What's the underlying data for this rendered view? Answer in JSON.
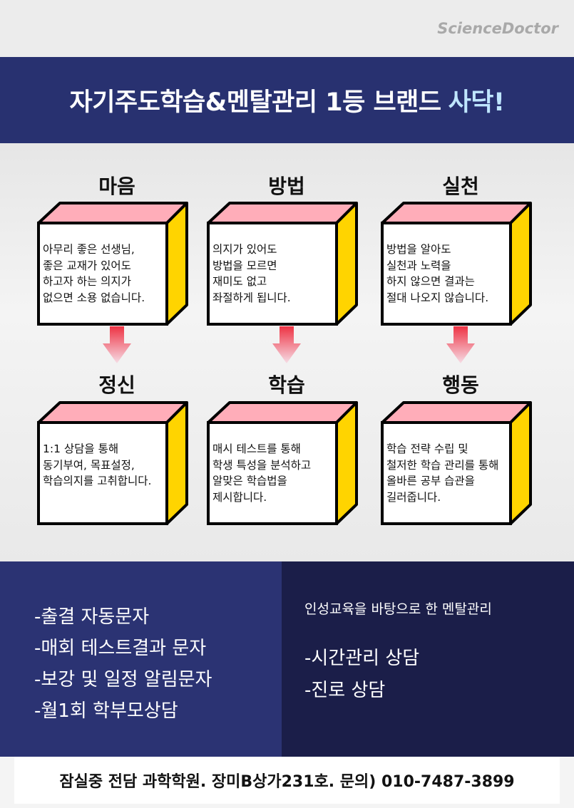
{
  "brand": "ScienceDoctor",
  "banner": {
    "text": "자기주도학습&멘탈관리 1등 브랜드",
    "highlight": "사닥!"
  },
  "colors": {
    "navy": "#283170",
    "pink": "#ffadb9",
    "yellow": "#ffd400"
  },
  "row1": [
    {
      "title": "마음",
      "text": "아무리 좋은 선생님,\n좋은 교재가 있어도\n하고자 하는 의지가\n없으면 소용 없습니다."
    },
    {
      "title": "방법",
      "text": "의지가 있어도\n방법을 모르면\n재미도 없고\n좌절하게 됩니다."
    },
    {
      "title": "실천",
      "text": "방법을 알아도\n실천과 노력을\n하지 않으면 결과는\n절대 나오지 않습니다."
    }
  ],
  "row2": [
    {
      "title": "정신",
      "text": "1:1 상담을 통해\n동기부여, 목표설정,\n학습의지를 고취합니다."
    },
    {
      "title": "학습",
      "text": "매시 테스트를 통해\n학생 특성을 분석하고\n알맞은 학습법을\n제시합니다."
    },
    {
      "title": "행동",
      "text": "학습 전략 수립 및\n철저한 학습 관리를 통해\n올바른 공부 습관을\n길러줍니다."
    }
  ],
  "left_list": [
    "-출결 자동문자",
    "-매회 테스트결과 문자",
    "-보강 및 일정 알림문자",
    "-월1회 학부모상담"
  ],
  "right": {
    "subtitle": "인성교육을 바탕으로 한 멘탈관리",
    "items": [
      "-시간관리 상담",
      "-진로 상담"
    ]
  },
  "footer": "잠실중 전담 과학학원. 장미B상가231호. 문의) 010-7487-3899"
}
